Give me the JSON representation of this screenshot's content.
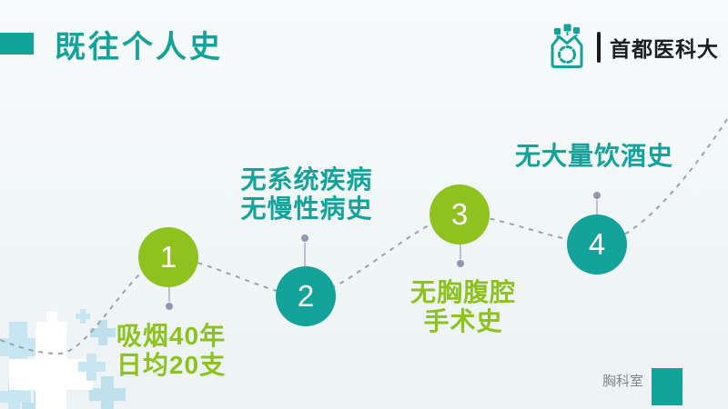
{
  "slide": {
    "title": "既往个人史",
    "header_org": "首都医科大",
    "footer_department": "胸科室"
  },
  "timeline": {
    "steps": [
      {
        "number": "1",
        "lines": [
          "吸烟40年",
          "日均20支"
        ],
        "color": "#8DC21F",
        "label_position": "below"
      },
      {
        "number": "2",
        "lines": [
          "无系统疾病",
          "无慢性病史"
        ],
        "color": "#14A39B",
        "label_position": "above"
      },
      {
        "number": "3",
        "lines": [
          "无胸腹腔",
          "手术史"
        ],
        "color": "#8DC21F",
        "label_position": "below"
      },
      {
        "number": "4",
        "lines": [
          "无大量饮酒史"
        ],
        "color": "#14A39B",
        "label_position": "above"
      }
    ]
  },
  "icons": {
    "logo": "hospital-house-icon",
    "logo_color": "#14A39B"
  },
  "colors": {
    "teal": "#14A39B",
    "lime": "#8DC21F",
    "background": "#F1F6F7",
    "dash_line": "#9AA3A5",
    "connector_dot": "#8F97B5",
    "cross_blue": "#C8E6F1",
    "cross_white": "#FFFFFF",
    "header_text": "#1B1F20",
    "footer_gray": "#7E8889"
  }
}
